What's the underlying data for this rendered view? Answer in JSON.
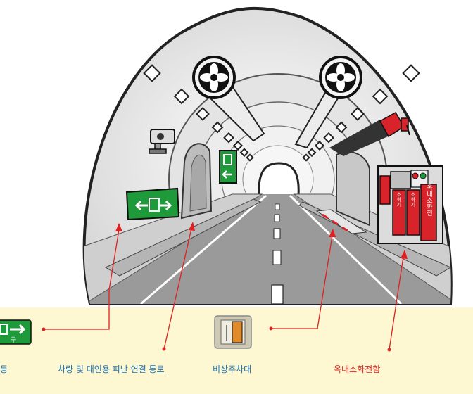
{
  "legend": {
    "exit_light_label": "등",
    "exit_sign_text": "구",
    "evac_passage_label": "차량 및 대인용 피난 연결 통로",
    "emergency_parking_label": "비상주차대",
    "hydrant_label": "옥내소화전함"
  },
  "tunnel_signs": {
    "hydrant_vertical": "옥내소화전",
    "extinguisher_1": "소화기",
    "extinguisher_2": "소화기"
  },
  "colors": {
    "legend_bg": "#fdf7d2",
    "exit_green": "#1f9a3a",
    "hydrant_red": "#d8232a",
    "callout_red": "#e02020",
    "label_blue": "#1a73b8"
  }
}
